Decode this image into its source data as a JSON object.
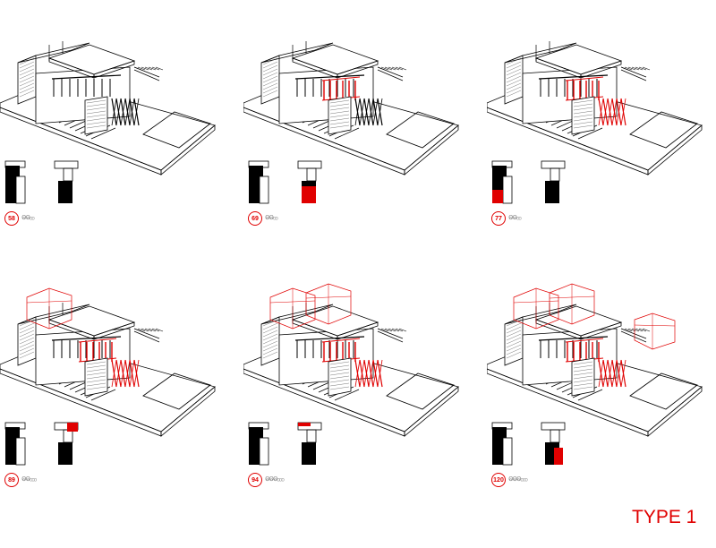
{
  "title": "TYPE 1",
  "colors": {
    "accent": "#e00000",
    "line": "#000000",
    "fill": "#000000"
  },
  "stages": [
    {
      "id": 1,
      "value": "58",
      "persons": "ⱺⱺₒₒ",
      "red_facade": 0,
      "red_lower": 0,
      "additions": 0,
      "plan_red": "none"
    },
    {
      "id": 2,
      "value": "69",
      "persons": "ⱺⱺₒₒ",
      "red_facade": 1,
      "red_lower": 0,
      "additions": 0,
      "plan_red": "right-bottom"
    },
    {
      "id": 3,
      "value": "77",
      "persons": "ⱺⱺₒₒ",
      "red_facade": 1,
      "red_lower": 1,
      "additions": 0,
      "plan_red": "left-bottom"
    },
    {
      "id": 4,
      "value": "89",
      "persons": "ⱺⱺₒₒₒ",
      "red_facade": 1,
      "red_lower": 1,
      "additions": 1,
      "plan_red": "right-top"
    },
    {
      "id": 5,
      "value": "94",
      "persons": "ⱺⱺⱺₒₒₒ",
      "red_facade": 1,
      "red_lower": 1,
      "additions": 2,
      "plan_red": "right-top-strip"
    },
    {
      "id": 6,
      "value": "120",
      "persons": "ⱺⱺⱺₒₒₒ",
      "red_facade": 1,
      "red_lower": 1,
      "additions": 3,
      "plan_red": "right-mid"
    }
  ]
}
